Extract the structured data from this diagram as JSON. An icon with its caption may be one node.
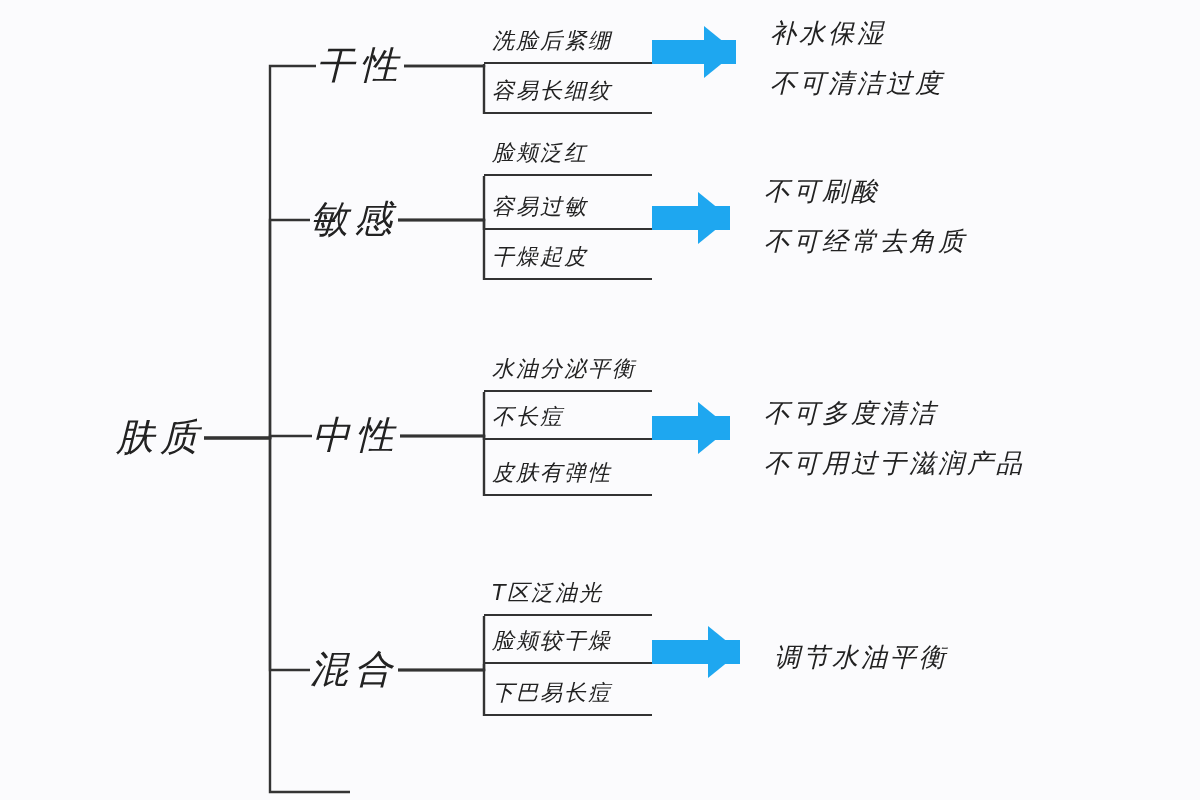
{
  "diagram": {
    "nodes": [
      {
        "text": [
          "肤质"
        ]
      },
      {
        "text": [
          "干性"
        ]
      },
      {
        "text": [
          "洗脸后紧绷"
        ]
      },
      {
        "text": [
          "容易长细纹"
        ]
      },
      {
        "text": [
          "补水保湿",
          "不可清洁过度"
        ]
      },
      {
        "text": [
          "敏感"
        ]
      },
      {
        "text": [
          "脸颊泛红"
        ]
      },
      {
        "text": [
          "容易过敏"
        ]
      },
      {
        "text": [
          "干燥起皮"
        ]
      },
      {
        "text": [
          "不可刷酸",
          "不可经常去角质"
        ]
      },
      {
        "text": [
          "中性"
        ]
      },
      {
        "text": [
          "水油分泌平衡"
        ]
      },
      {
        "text": [
          "不长痘"
        ]
      },
      {
        "text": [
          "皮肤有弹性"
        ]
      },
      {
        "text": [
          "不可多度清洁",
          "不可用过于滋润产品"
        ]
      },
      {
        "text": [
          "混合"
        ]
      },
      {
        "text": [
          "T区泛油光"
        ]
      },
      {
        "text": [
          "脸颊较干燥"
        ]
      },
      {
        "text": [
          "下巴易长痘"
        ]
      },
      {
        "text": [
          "调节水油平衡"
        ]
      }
    ],
    "edges": [
      {
        "from": 0,
        "to": 1,
        "arrow": "none"
      },
      {
        "from": 0,
        "to": 5,
        "arrow": "none"
      },
      {
        "from": 0,
        "to": 10,
        "arrow": "none"
      },
      {
        "from": 0,
        "to": 15,
        "arrow": "none"
      },
      {
        "from": 0,
        "to": null,
        "arrow": "none"
      },
      {
        "from": 1,
        "to": 2,
        "arrow": "none"
      },
      {
        "from": 1,
        "to": 3,
        "arrow": "none"
      },
      {
        "from": 5,
        "to": 6,
        "arrow": "none"
      },
      {
        "from": 5,
        "to": 7,
        "arrow": "none"
      },
      {
        "from": 5,
        "to": 8,
        "arrow": "none"
      },
      {
        "from": 10,
        "to": 11,
        "arrow": "none"
      },
      {
        "from": 10,
        "to": 12,
        "arrow": "none"
      },
      {
        "from": 10,
        "to": 13,
        "arrow": "none"
      },
      {
        "from": 15,
        "to": 16,
        "arrow": "none"
      },
      {
        "from": 15,
        "to": 17,
        "arrow": "none"
      },
      {
        "from": 15,
        "to": 18,
        "arrow": "none"
      },
      {
        "from": 2,
        "to": 4,
        "arrow": "to",
        "style": "thick",
        "color": "#1ea7f0"
      },
      {
        "from": 7,
        "to": 9,
        "arrow": "to",
        "style": "thick",
        "color": "#1ea7f0"
      },
      {
        "from": 12,
        "to": 14,
        "arrow": "to",
        "style": "thick",
        "color": "#1ea7f0"
      },
      {
        "from": 17,
        "to": 19,
        "arrow": "to",
        "style": "thick",
        "color": "#1ea7f0"
      }
    ]
  }
}
